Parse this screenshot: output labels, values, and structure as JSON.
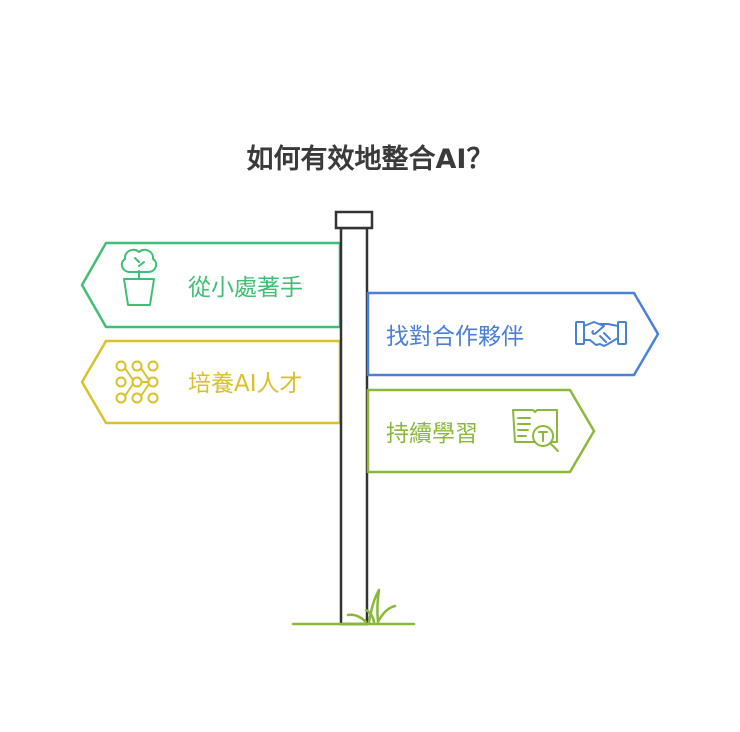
{
  "title": "如何有效地整合AI？",
  "signs": [
    {
      "label": "從小處著手",
      "direction": "left",
      "color": "#3fbf73",
      "icon": "plant-pot-icon"
    },
    {
      "label": "找對合作夥伴",
      "direction": "right",
      "color": "#4a80d6",
      "icon": "handshake-icon"
    },
    {
      "label": "培養AI人才",
      "direction": "left",
      "color": "#d9c12b",
      "icon": "neural-network-icon"
    },
    {
      "label": "持續學習",
      "direction": "right",
      "color": "#8ab93a",
      "icon": "book-search-icon"
    }
  ],
  "colors": {
    "pole": "#333333",
    "grass": "#8ab93a"
  }
}
